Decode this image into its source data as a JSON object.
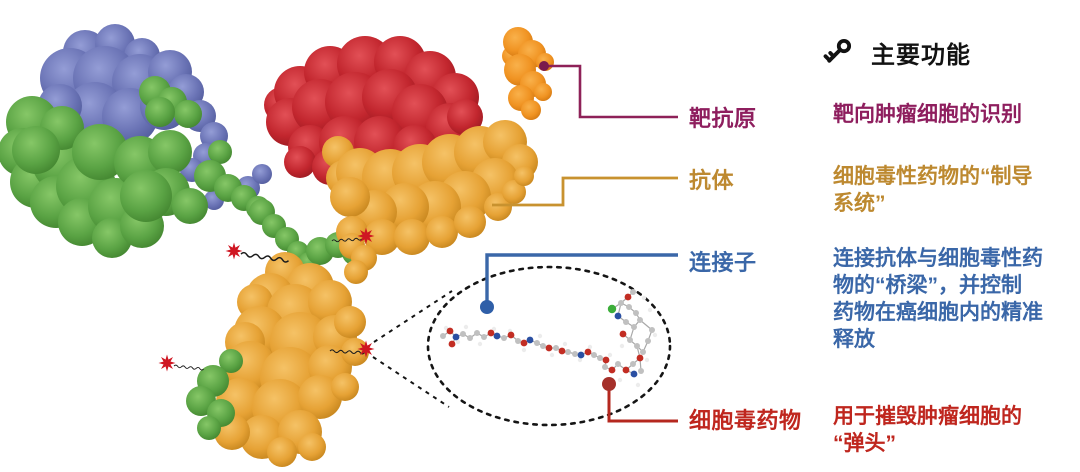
{
  "header": {
    "title": "主要功能",
    "icon": "key-icon"
  },
  "rows": [
    {
      "id": "target-antigen",
      "label": "靶抗原",
      "desc_lines": [
        "靶向肿瘤细胞的识别"
      ],
      "color": "#8e1e5e"
    },
    {
      "id": "antibody",
      "label": "抗体",
      "desc_lines": [
        "细胞毒性药物的“制导",
        "系统”"
      ],
      "color": "#bd8930"
    },
    {
      "id": "linker",
      "label": "连接子",
      "desc_lines": [
        "连接抗体与细胞毒性药",
        "物的“桥梁”，并控制",
        "药物在癌细胞内的精准",
        "释放"
      ],
      "color": "#3a67a8"
    },
    {
      "id": "cytotoxic-drug",
      "label": "细胞毒药物",
      "desc_lines": [
        "用于摧毁肿瘤细胞的",
        "“弹头”"
      ],
      "color": "#bf261e"
    }
  ],
  "illustration": {
    "colors": {
      "fab_blue": "#6a73b5",
      "fab_green": "#5aa344",
      "fab_red": "#c2262e",
      "heavy_chain_orange": "#e6a235",
      "antigen_orange": "#f09322",
      "conjugation_star_red": "#cf1622",
      "connector_target_antigen": "#8e2158",
      "connector_antibody": "#c8922f",
      "connector_linker": "#3a67a8",
      "connector_drug": "#b5281f"
    }
  }
}
